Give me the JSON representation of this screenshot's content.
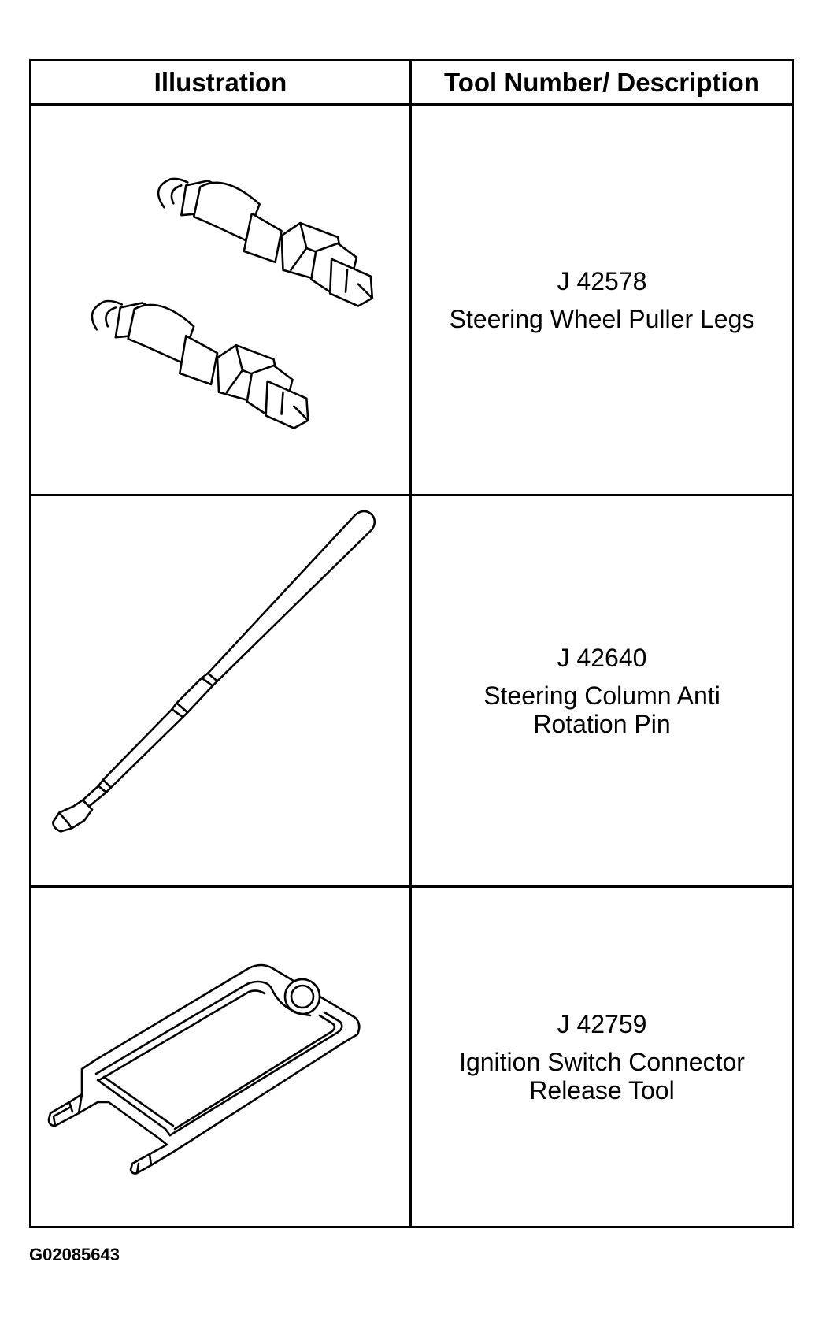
{
  "table": {
    "headers": {
      "illustration": "Illustration",
      "description": "Tool Number/ Description"
    },
    "rows": [
      {
        "tool_number": "J 42578",
        "description_lines": [
          "Steering Wheel Puller Legs"
        ],
        "icon": "steering-wheel-puller-legs-icon"
      },
      {
        "tool_number": "J 42640",
        "description_lines": [
          "Steering Column Anti",
          "Rotation Pin"
        ],
        "icon": "anti-rotation-pin-icon"
      },
      {
        "tool_number": "J 42759",
        "description_lines": [
          "Ignition Switch Connector",
          "Release Tool"
        ],
        "icon": "connector-release-tool-icon"
      }
    ]
  },
  "figure_id": "G02085643"
}
